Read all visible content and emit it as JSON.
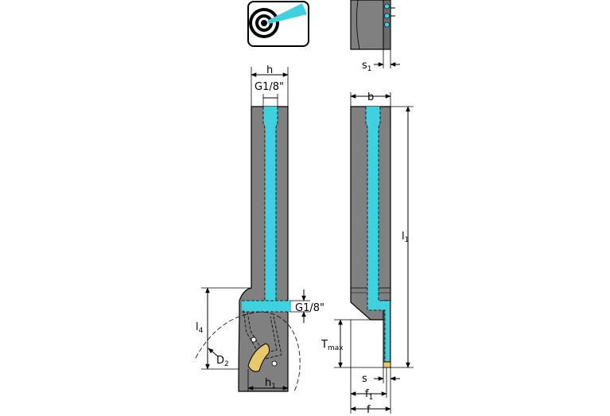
{
  "colors": {
    "body": "#808080",
    "body_dark": "#6b6b6b",
    "coolant": "#3fd1e0",
    "insert": "#e8c96a",
    "line": "#000000",
    "background": "#ffffff"
  },
  "icon": {
    "name": "coolant-target-icon"
  },
  "labels": {
    "h": "h",
    "thread_top": "G1/8\"",
    "thread_side": "G1/8\"",
    "l4": "l",
    "l4_sub": "4",
    "d2": "D",
    "d2_sub": "2",
    "h1": "h",
    "h1_sub": "1",
    "s1": "s",
    "s1_sub": "1",
    "b": "b",
    "l1": "l",
    "l1_sub": "1",
    "tmax": "T",
    "tmax_sub": "max",
    "s": "s",
    "f1": "f",
    "f1_sub": "1",
    "f": "f"
  }
}
